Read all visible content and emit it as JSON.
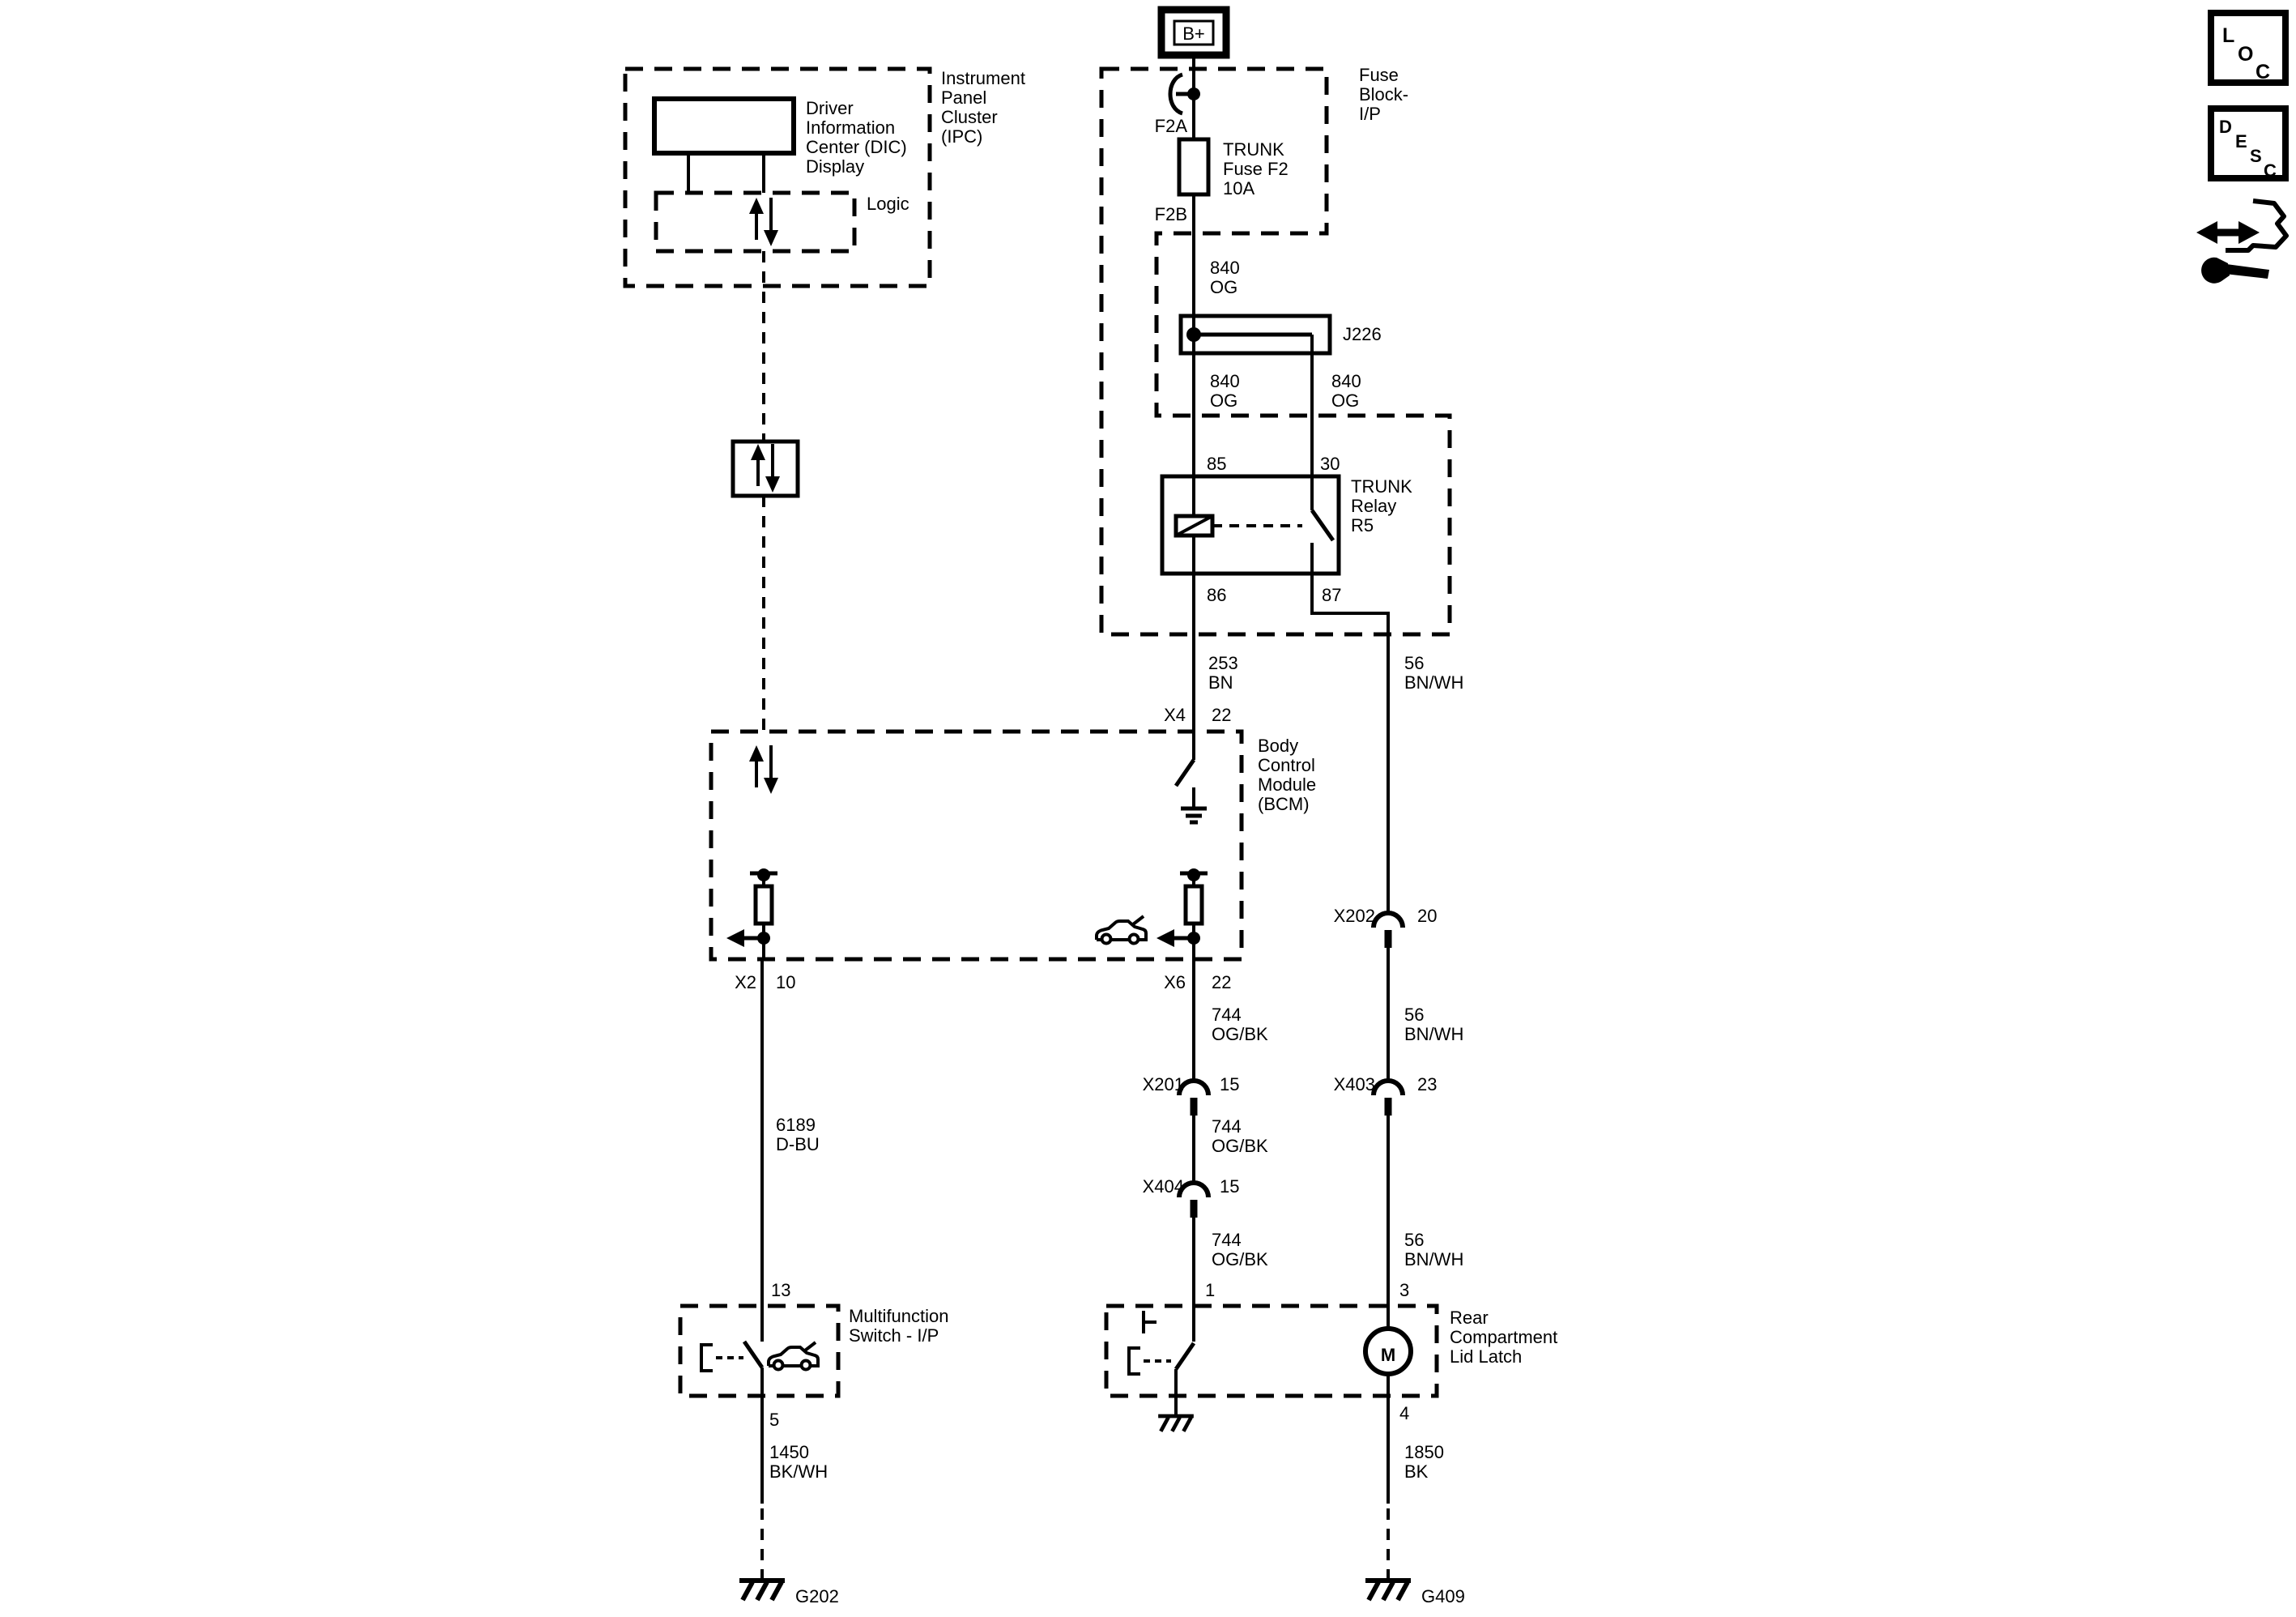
{
  "diagram": {
    "meta": {
      "ink": "#000000",
      "paper": "#ffffff",
      "type": "automotive wiring diagram - trunk release circuit"
    },
    "power": {
      "terminal": "B+"
    },
    "corner": {
      "loc": [
        "L",
        "O",
        "C"
      ],
      "desc": [
        "D",
        "E",
        "S",
        "C"
      ]
    },
    "ipc": {
      "label": [
        "Instrument",
        "Panel",
        "Cluster",
        "(IPC)"
      ],
      "dic": [
        "Driver",
        "Information",
        "Center (DIC)",
        "Display"
      ],
      "logic": "Logic"
    },
    "fuse_block": {
      "label": [
        "Fuse",
        "Block-",
        "I/P"
      ],
      "f2a": "F2A",
      "f2b": "F2B",
      "fuse": [
        "TRUNK",
        "Fuse F2",
        "10A"
      ]
    },
    "splice": {
      "label": "J226"
    },
    "relay": {
      "label": [
        "TRUNK",
        "Relay",
        "R5"
      ],
      "p85": "85",
      "p30": "30",
      "p86": "86",
      "p87": "87"
    },
    "bcm": {
      "label": [
        "Body",
        "Control",
        "Module",
        "(BCM)"
      ],
      "x4": "X4",
      "p22": "22",
      "x2": "X2",
      "p10": "10",
      "x6": "X6",
      "p22b": "22"
    },
    "wires": {
      "w840": [
        "840",
        "OG"
      ],
      "w253": [
        "253",
        "BN"
      ],
      "w56": [
        "56",
        "BN/WH"
      ],
      "w744": [
        "744",
        "OG/BK"
      ],
      "w6189": [
        "6189",
        "D-BU"
      ],
      "w1450": [
        "1450",
        "BK/WH"
      ],
      "w1850": [
        "1850",
        "BK"
      ]
    },
    "connectors": {
      "x202": {
        "name": "X202",
        "pin": "20"
      },
      "x201": {
        "name": "X201",
        "pin": "15"
      },
      "x403": {
        "name": "X403",
        "pin": "23"
      },
      "x404": {
        "name": "X404",
        "pin": "15"
      }
    },
    "mfs": {
      "label": [
        "Multifunction",
        "Switch - I/P"
      ],
      "p13": "13",
      "p5": "5"
    },
    "latch": {
      "label": [
        "Rear",
        "Compartment",
        "Lid Latch"
      ],
      "p1": "1",
      "p3": "3",
      "p4": "4",
      "motor": "M"
    },
    "grounds": {
      "g202": "G202",
      "g409": "G409"
    }
  }
}
